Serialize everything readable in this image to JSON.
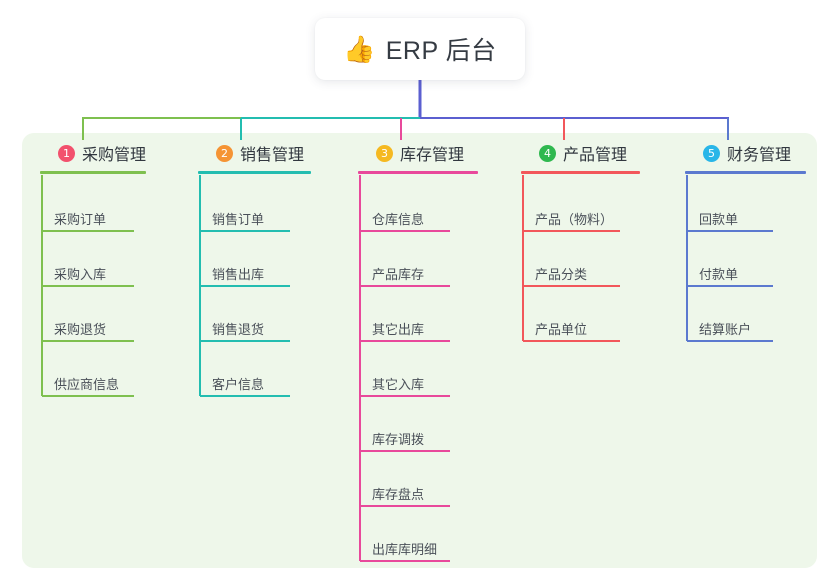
{
  "diagram": {
    "type": "org-tree",
    "root": {
      "icon": "thumbs-up-icon",
      "emoji": "👍",
      "label": "ERP 后台"
    },
    "panel_background": "#eef7ea",
    "trunk_color": "#5b5fd0",
    "columns": [
      {
        "index": "1",
        "badge_number": "1",
        "badge_color": "#f2516d",
        "line_color": "#7ec04f",
        "title": "采购管理",
        "items": [
          "采购订单",
          "采购入库",
          "采购退货",
          "供应商信息"
        ]
      },
      {
        "index": "2",
        "badge_number": "2",
        "badge_color": "#f59434",
        "line_color": "#23bdb0",
        "title": "销售管理",
        "items": [
          "销售订单",
          "销售出库",
          "销售退货",
          "客户信息"
        ]
      },
      {
        "index": "3",
        "badge_number": "3",
        "badge_color": "#f5b921",
        "line_color": "#e8499b",
        "title": "库存管理",
        "items": [
          "仓库信息",
          "产品库存",
          "其它出库",
          "其它入库",
          "库存调拨",
          "库存盘点",
          "出库库明细"
        ]
      },
      {
        "index": "4",
        "badge_number": "4",
        "badge_color": "#2fb84f",
        "line_color": "#f2575b",
        "title": "产品管理",
        "items": [
          "产品（物料）",
          "产品分类",
          "产品单位"
        ]
      },
      {
        "index": "5",
        "badge_number": "5",
        "badge_color": "#29b6e8",
        "line_color": "#5b79cf",
        "title": "财务管理",
        "items": [
          "回款单",
          "付款单",
          "结算账户"
        ]
      }
    ]
  }
}
